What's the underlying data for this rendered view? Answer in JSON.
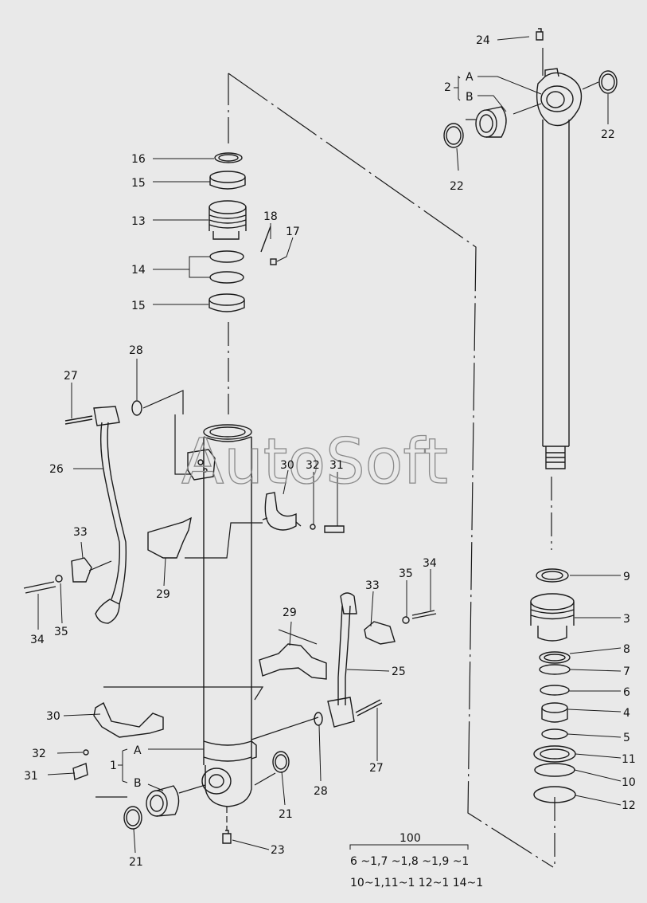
{
  "watermark": "AutoSoft",
  "part_labels": {
    "p24": "24",
    "p2": "2",
    "p2a": "A",
    "p2b": "B",
    "p22a": "22",
    "p22b": "22",
    "p16": "16",
    "p15a": "15",
    "p13": "13",
    "p18": "18",
    "p17": "17",
    "p14": "14",
    "p15b": "15",
    "p28a": "28",
    "p27a": "27",
    "p26": "26",
    "p30a": "30",
    "p32a": "32",
    "p31a": "31",
    "p33a": "33",
    "p29a": "29",
    "p34a": "34",
    "p35a": "35",
    "p35b": "35",
    "p34b": "34",
    "p33b": "33",
    "p29b": "29",
    "p25": "25",
    "p30b": "30",
    "p32b": "32",
    "p31b": "31",
    "p1": "1",
    "p1a": "A",
    "p1b": "B",
    "p21a": "21",
    "p21b": "21",
    "p23": "23",
    "p28b": "28",
    "p27b": "27",
    "p9": "9",
    "p3": "3",
    "p8": "8",
    "p7": "7",
    "p6": "6",
    "p4": "4",
    "p5": "5",
    "p11": "11",
    "p10": "10",
    "p12": "12"
  },
  "kit": {
    "number": "100",
    "line1": "6 ~1,7 ~1,8 ~1,9 ~1",
    "line2": "10~1,11~1 12~1 14~1"
  }
}
